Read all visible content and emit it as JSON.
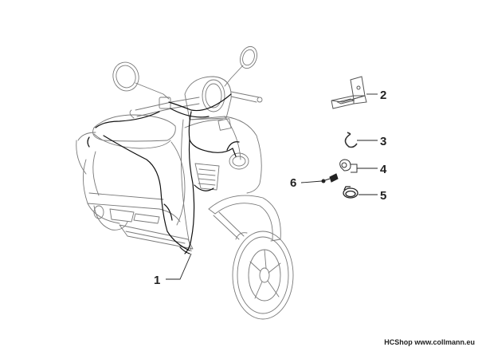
{
  "callouts": [
    {
      "id": "1",
      "label": "1"
    },
    {
      "id": "2",
      "label": "2"
    },
    {
      "id": "3",
      "label": "3"
    },
    {
      "id": "4",
      "label": "4"
    },
    {
      "id": "5",
      "label": "5"
    },
    {
      "id": "6",
      "label": "6"
    }
  ],
  "footer": {
    "shop": "HCShop",
    "url": "www.collmann.eu"
  },
  "colors": {
    "outline": "#7a7a7a",
    "harness": "#111111",
    "text": "#222222"
  }
}
